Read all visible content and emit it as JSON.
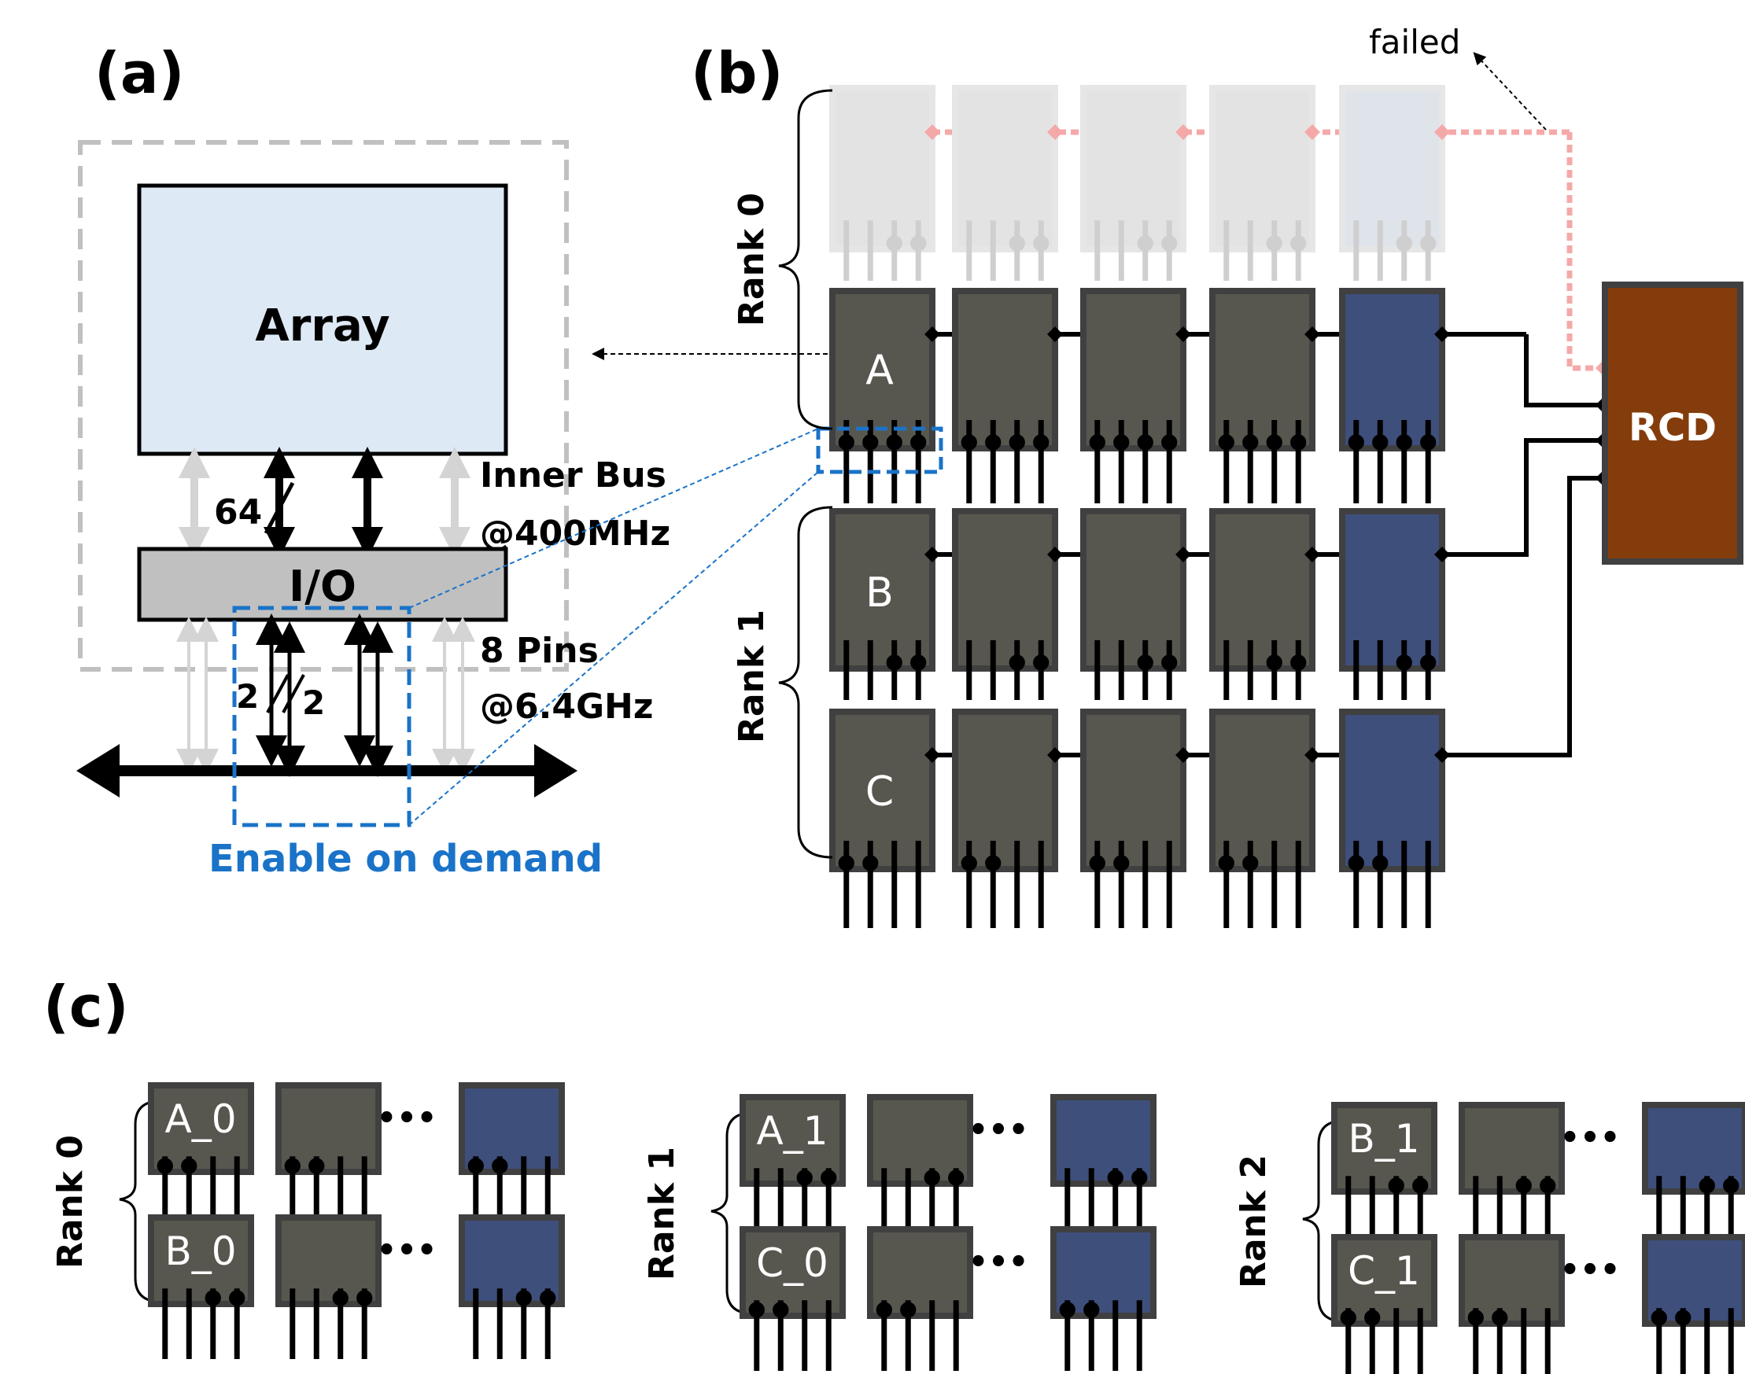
{
  "panel_a": {
    "label": "(a)",
    "array_label": "Array",
    "bus_width": "64",
    "inner_bus_label": "Inner Bus",
    "inner_bus_freq": "@400MHz",
    "io_label": "I/O",
    "pins_label": "8 Pins",
    "pins_freq": "@6.4GHz",
    "pin_count_left": "2",
    "pin_count_right": "2",
    "enable_label": "Enable on demand"
  },
  "panel_b": {
    "label": "(b)",
    "failed_label": "failed",
    "rank0_label": "Rank 0",
    "rank1_label": "Rank 1",
    "rcd_label": "RCD",
    "chip_a": "A",
    "chip_b": "B",
    "chip_c": "C"
  },
  "panel_c": {
    "label": "(c)",
    "ellipsis": "•••",
    "groups": [
      {
        "rank": "Rank 0",
        "top_chip": "A_0",
        "bottom_chip": "B_0"
      },
      {
        "rank": "Rank 1",
        "top_chip": "A_1",
        "bottom_chip": "C_0"
      },
      {
        "rank": "Rank 2",
        "top_chip": "B_1",
        "bottom_chip": "C_1"
      }
    ]
  },
  "colors": {
    "chip_gray": "#58574f",
    "chip_blue": "#3e4f7c",
    "chip_border": "#404040",
    "array_fill": "#dde9f5",
    "io_fill": "#c0c0c0",
    "rcd_fill": "#843c0c",
    "enable_blue": "#1a73c8",
    "failed_pink": "#f4a9a8",
    "ghost_fill": "#e3e3e3"
  }
}
